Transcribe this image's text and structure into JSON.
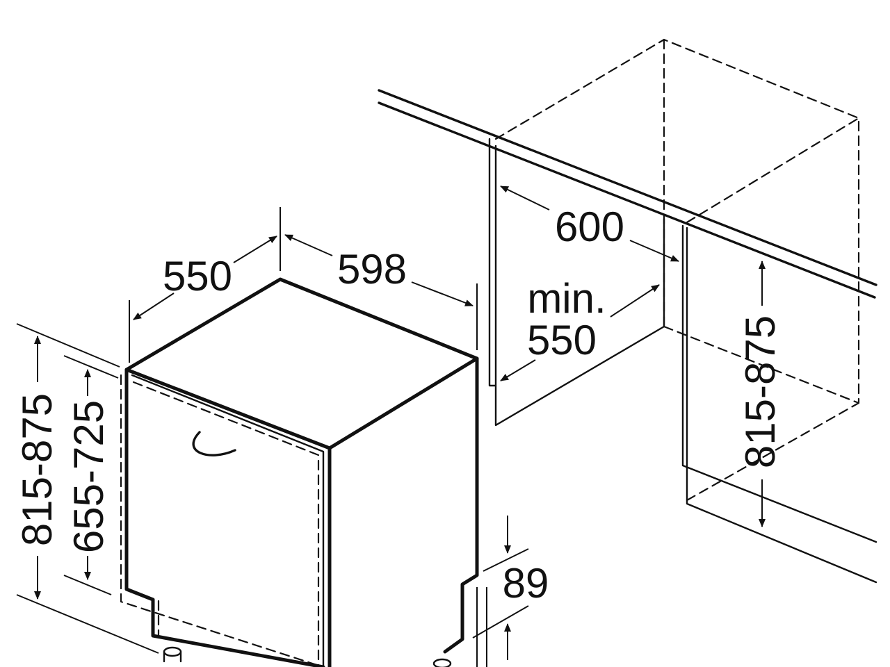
{
  "labels": {
    "width": "598",
    "depth": "550",
    "niche_width": "600",
    "niche_min_depth_line1": "min.",
    "niche_min_depth_line2": "550",
    "niche_height": "815-875",
    "appliance_height": "815-875",
    "door_height": "655-725",
    "plinth_height": "89"
  },
  "colors": {
    "line": "#111111",
    "background": "#ffffff"
  }
}
